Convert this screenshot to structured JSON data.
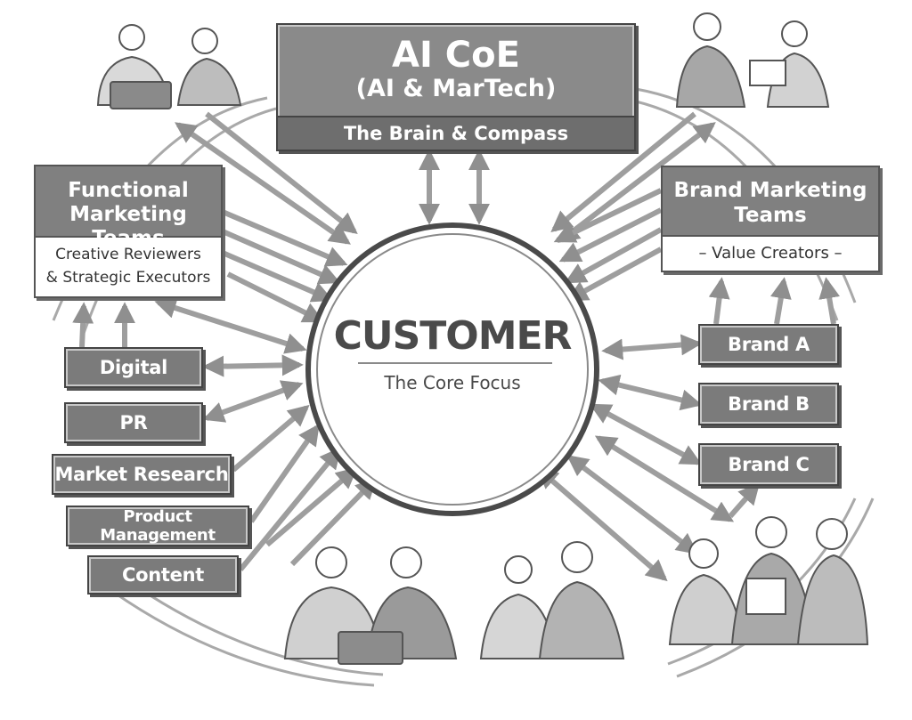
{
  "center": {
    "title": "CUSTOMER",
    "subtitle": "The Core Focus"
  },
  "coe": {
    "title": "AI CoE",
    "subtitle": "(AI & MarTech)",
    "tagline": "The Brain & Compass"
  },
  "functional": {
    "title_line1": "Functional",
    "title_line2": "Marketing Teams",
    "role_line1": "Creative Reviewers",
    "role_line2": "& Strategic Executors",
    "items": [
      "Digital",
      "PR",
      "Market Research",
      "Product Management",
      "Content"
    ]
  },
  "brand": {
    "title_line1": "Brand Marketing",
    "title_line2": "Teams",
    "role": "– Value Creators –",
    "items": [
      "Brand A",
      "Brand B",
      "Brand C"
    ]
  },
  "colors": {
    "box_fill": "#7b7b7b",
    "box_border": "#444444",
    "arrow": "#9a9a9a",
    "people": "#b8b8b8"
  },
  "illustrations": [
    "people-laptop-top-left",
    "people-document-top-right",
    "people-group-bottom-center",
    "people-group-bottom-right"
  ]
}
